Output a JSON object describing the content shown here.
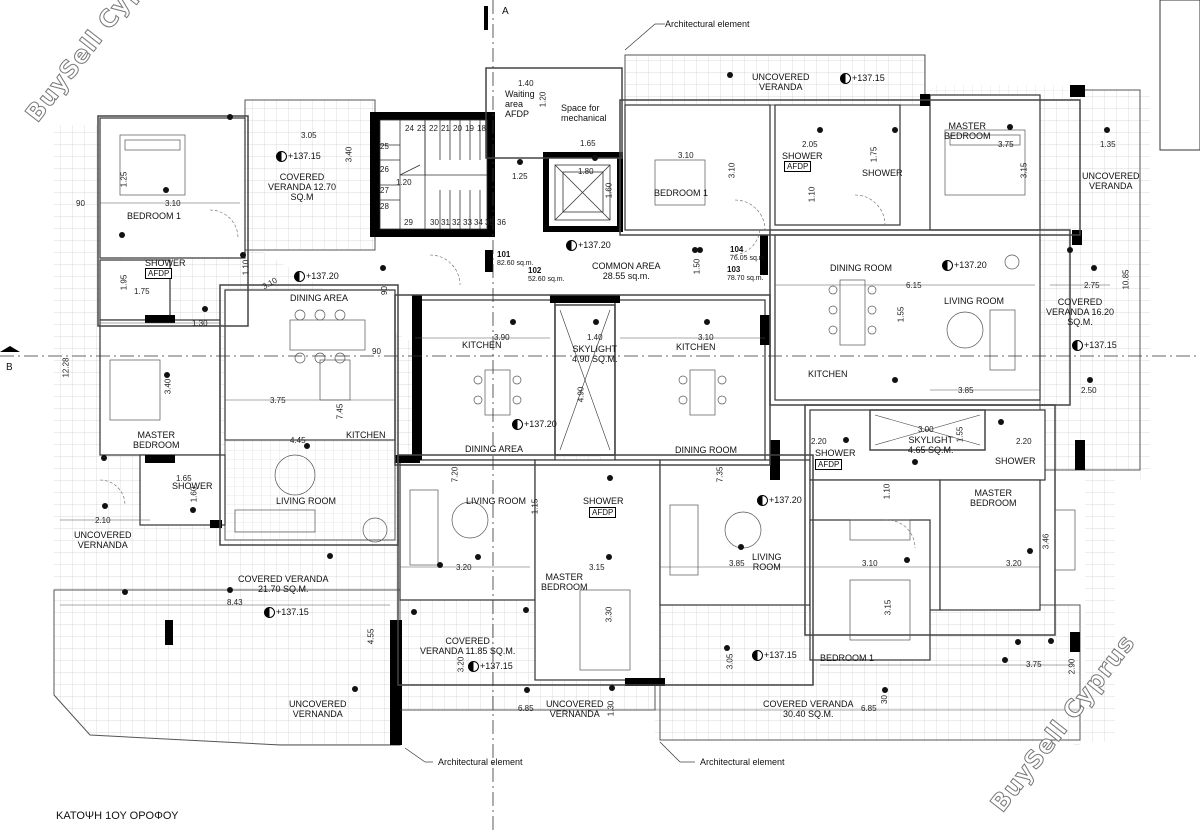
{
  "drawing": {
    "title": "ΚΑΤΟΨΗ 1ΟΥ ΟΡΟΦΟΥ",
    "section_a": "A",
    "section_b": "B",
    "watermark": "BuySell Cyprus"
  },
  "rooms": {
    "bedroom1_w": "BEDROOM 1",
    "covered_veranda_nw": "COVERED\nVERANDA 12.70\nSQ.M",
    "shower_w": "SHOWER",
    "dining_area_w": "DINING AREA",
    "kitchen_w": "KITCHEN",
    "master_bedroom_w": "MASTER\nBEDROOM",
    "shower_sw": "SHOWER",
    "living_room_w": "LIVING ROOM",
    "uncovered_veranda_w": "UNCOVERED\nVERNANDA",
    "covered_veranda_sw": "COVERED VERANDA\n21.70 SQ.M.",
    "uncovered_veranda_sw": "UNCOVERED\nVERNANDA",
    "waiting_area": "Waiting\narea\nAFDP",
    "space_mech": "Space for\nmechanical",
    "common_area": "COMMON AREA\n28.55 sq.m.",
    "kitchen_c1": "KITCHEN",
    "dining_area_c1": "DINING AREA",
    "skylight_c": "SKYLIGHT\n4.90 SQ.M.",
    "kitchen_c2": "KITCHEN",
    "dining_room_c2": "DINING ROOM",
    "living_room_c1": "LIVING ROOM",
    "shower_c": "SHOWER",
    "master_bedroom_c": "MASTER\nBEDROOM",
    "covered_veranda_c": "COVERED\nVERANDA 11.85 SQ.M.",
    "uncovered_veranda_c": "UNCOVERED\nVERNANDA",
    "bedroom1_ne": "BEDROOM 1",
    "uncovered_veranda_n": "UNCOVERED\nVERANDA",
    "shower_ne1": "SHOWER",
    "shower_ne2": "SHOWER",
    "master_bedroom_ne": "MASTER\nBEDROOM",
    "uncovered_veranda_e": "UNCOVERED\nVERANDA",
    "dining_room_e": "DINING ROOM",
    "living_room_e": "LIVING ROOM",
    "covered_veranda_e": "COVERED\nVERANDA 16.20\nSQ.M.",
    "kitchen_e": "KITCHEN",
    "shower_e1": "SHOWER",
    "skylight_e": "SKYLIGHT\n4.65 SQ.M.",
    "shower_e2": "SHOWER",
    "master_bedroom_se": "MASTER\nBEDROOM",
    "living_room_se": "LIVING\nROOM",
    "bedroom1_se": "BEDROOM 1",
    "covered_veranda_se": "COVERED VERANDA\n30.40 SQ.M."
  },
  "tags": {
    "afdp": "AFDP"
  },
  "units": {
    "u101": {
      "num": "101",
      "area": "82.60 sq.m."
    },
    "u102": {
      "num": "102",
      "area": "52.60 sq.m."
    },
    "u104": {
      "num": "104",
      "area": "76.05 sq.m."
    },
    "u103": {
      "num": "103",
      "area": "78.70 sq.m."
    }
  },
  "elevations": {
    "e1": "+137.15",
    "e2": "+137.15",
    "e3": "+137.20",
    "e4": "+137.20",
    "e5": "+137.20",
    "e6": "+137.20",
    "e7": "+137.15",
    "e8": "+137.20",
    "e9": "+137.15",
    "e10": "+137.15",
    "e11": "+137.15"
  },
  "notes": {
    "arch1": "Architectural element",
    "arch2": "Architectural element",
    "arch3": "Architectural element"
  },
  "dims": {
    "d1": "3.05",
    "d2": "3.40",
    "d3": "3.10",
    "d4": "1.25",
    "d5": "90",
    "d6": "1.40",
    "d7": "1.20",
    "d8": "1.65",
    "d9": "1.20",
    "d10": "1.25",
    "d11": "1.80",
    "d12": "1.60",
    "d13": "3.10",
    "d14": "3.10",
    "d15": "2.05",
    "d16": "1.75",
    "d17": "3.75",
    "d18": "1.35",
    "d19": "3.15",
    "d20": "1.10",
    "d21": "1.95",
    "d22": "1.75",
    "d23": "1.30",
    "d24": "1.10",
    "d25": "3.10",
    "d26": "90",
    "d27": "90",
    "d28": "12.28",
    "d29": "3.40",
    "d30": "3.75",
    "d31": "7.45",
    "d32": "4.45",
    "d33": "3.90",
    "d34": "1.40",
    "d35": "3.10",
    "d36": "1.50",
    "d37": "6.15",
    "d38": "2.75",
    "d39": "10.85",
    "d40": "1.55",
    "d41": "3.85",
    "d42": "2.50",
    "d43": "4.90",
    "d44": "7.20",
    "d45": "7.35",
    "d46": "2.20",
    "d47": "3.00",
    "d48": "1.55",
    "d49": "2.20",
    "d50": "1.10",
    "d51": "1.15",
    "d52": "2.10",
    "d53": "1.60",
    "d54": "1.65",
    "d55": "3.20",
    "d56": "3.15",
    "d57": "3.30",
    "d58": "3.85",
    "d59": "3.10",
    "d60": "3.20",
    "d61": "3.46",
    "d62": "8.43",
    "d63": "3.15",
    "d64": "4.55",
    "d65": "3.20",
    "d66": "6.85",
    "d67": "1.30",
    "d68": "3.05",
    "d69": "6.85",
    "d70": "3.75",
    "d71": "2.90",
    "d72": "30"
  },
  "stairs": [
    "24",
    "23",
    "22",
    "21",
    "20",
    "19",
    "18",
    "25",
    "26",
    "27",
    "28",
    "29",
    "30",
    "31",
    "32",
    "33",
    "34",
    "35",
    "36"
  ]
}
